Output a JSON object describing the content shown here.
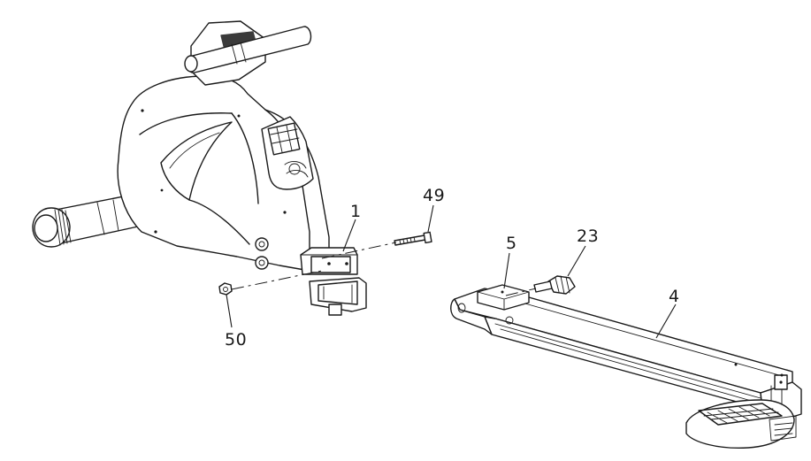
{
  "diagram": {
    "callouts": [
      {
        "id": "part-1",
        "label": "1"
      },
      {
        "id": "part-49",
        "label": "49"
      },
      {
        "id": "part-50",
        "label": "50"
      },
      {
        "id": "part-5",
        "label": "5"
      },
      {
        "id": "part-23",
        "label": "23"
      },
      {
        "id": "part-4",
        "label": "4"
      }
    ]
  }
}
